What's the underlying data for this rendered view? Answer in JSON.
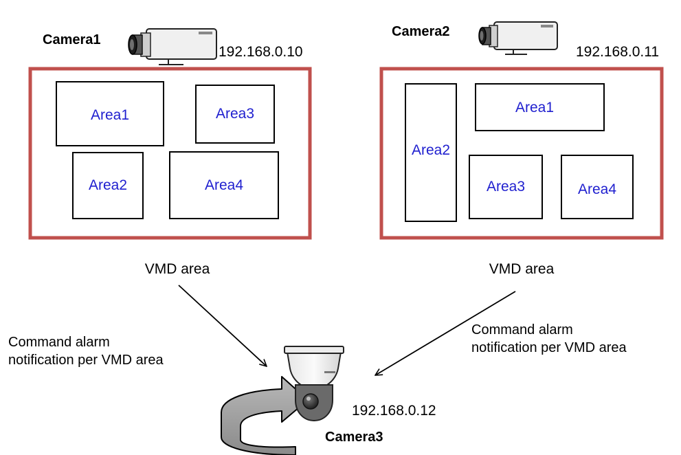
{
  "colors": {
    "frame": "#c0504d",
    "area_text": "#1f1fcf",
    "arrow_gray": "#9e9e9e"
  },
  "camera1": {
    "name": "Camera1",
    "ip": "192.168.0.10",
    "areas": [
      "Area1",
      "Area3",
      "Area2",
      "Area4"
    ],
    "caption": "VMD area"
  },
  "camera2": {
    "name": "Camera2",
    "ip": "192.168.0.11",
    "areas": [
      "Area2",
      "Area1",
      "Area3",
      "Area4"
    ],
    "caption": "VMD area"
  },
  "camera3": {
    "name": "Camera3",
    "ip": "192.168.0.12"
  },
  "notes": {
    "left": [
      "Command alarm",
      "notification per VMD area"
    ],
    "right": [
      "Command alarm",
      "notification per VMD area"
    ]
  },
  "icons": {
    "box_camera": "box-camera-icon",
    "dome_camera": "ptz-dome-camera-icon",
    "rotation_arrow": "rotation-arrow-icon"
  }
}
